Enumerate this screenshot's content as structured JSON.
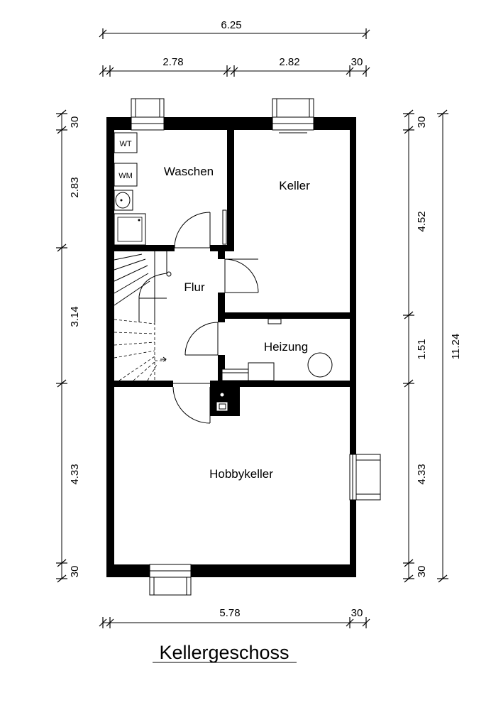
{
  "title": "Kellergeschoss",
  "rooms": {
    "waschen": "Waschen",
    "keller": "Keller",
    "flur": "Flur",
    "heizung": "Heizung",
    "hobbykeller": "Hobbykeller"
  },
  "fixtures": {
    "wt": "WT",
    "wm": "WM"
  },
  "dimensions": {
    "top_total": "6.25",
    "top_left": "2.78",
    "top_mid": "2.82",
    "top_right": "30",
    "bottom_main": "5.78",
    "bottom_right": "30",
    "left_top": "30",
    "left_1": "2.83",
    "left_2": "3.14",
    "left_3": "4.33",
    "left_bottom": "30",
    "right_top": "30",
    "right_1": "4.52",
    "right_2": "1.51",
    "right_3": "4.33",
    "right_bottom": "30",
    "right_total": "11.24"
  }
}
